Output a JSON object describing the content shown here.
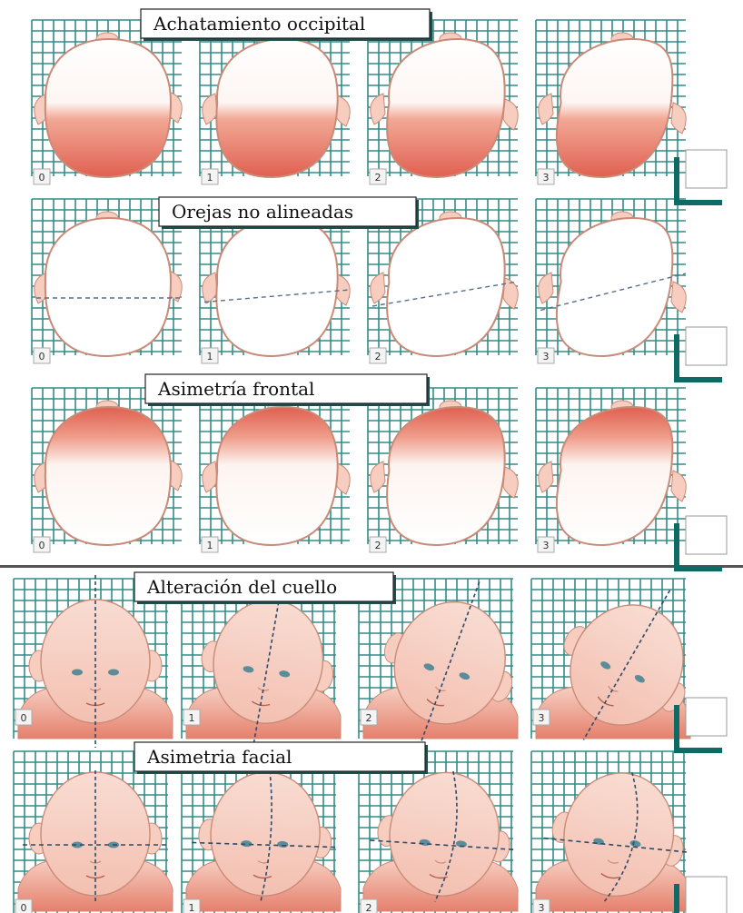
{
  "sections": [
    {
      "title": "Achatamiento occipital",
      "grades": [
        "0",
        "1",
        "2",
        "3"
      ]
    },
    {
      "title": "Orejas no alineadas",
      "grades": [
        "0",
        "1",
        "2",
        "3"
      ]
    },
    {
      "title": "Asimetría frontal",
      "grades": [
        "0",
        "1",
        "2",
        "3"
      ]
    },
    {
      "title": "Alteración del cuello",
      "grades": [
        "0",
        "1",
        "2",
        "3"
      ]
    },
    {
      "title": "Asimetria facial",
      "grades": [
        "0",
        "1",
        "2",
        "3"
      ]
    }
  ],
  "colors": {
    "grid": "#1e7f7a",
    "skin": "#f6cdbf",
    "skin_outline": "#c98b78",
    "shade": "#e06050",
    "marker": "#0e6a64",
    "divider": "#555555"
  }
}
